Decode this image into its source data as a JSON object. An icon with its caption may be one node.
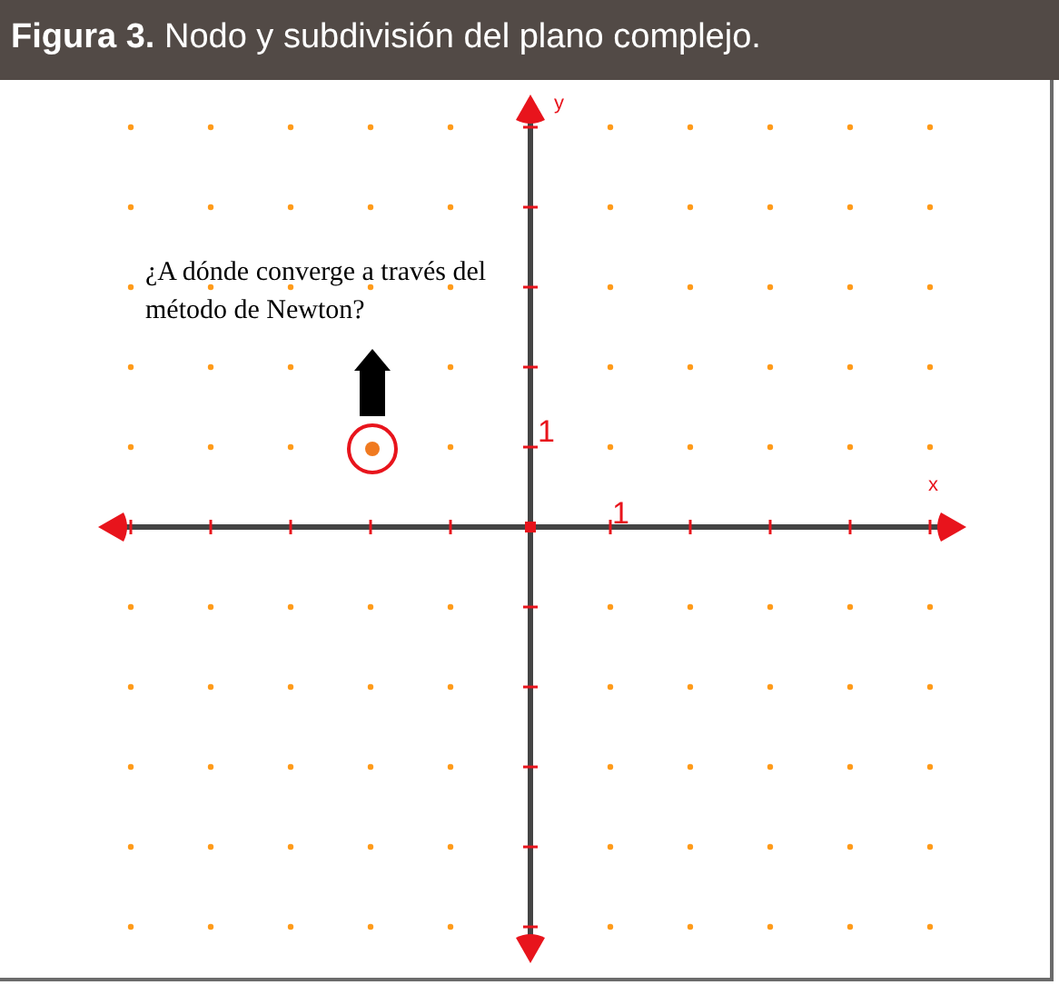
{
  "diagram": {
    "title": "**Figura 3.** Nodo y subdivisión del plano complejo.",
    "nodes": [
      {
        "text": [
          "¿A dónde converge a través del método de Newton?"
        ]
      },
      {
        "text": [],
        "shape": "circle"
      }
    ],
    "edges": [
      {
        "from": 1,
        "to": 0,
        "arrow": "to"
      }
    ],
    "labels": [
      "y",
      "1",
      "x",
      "1"
    ]
  }
}
